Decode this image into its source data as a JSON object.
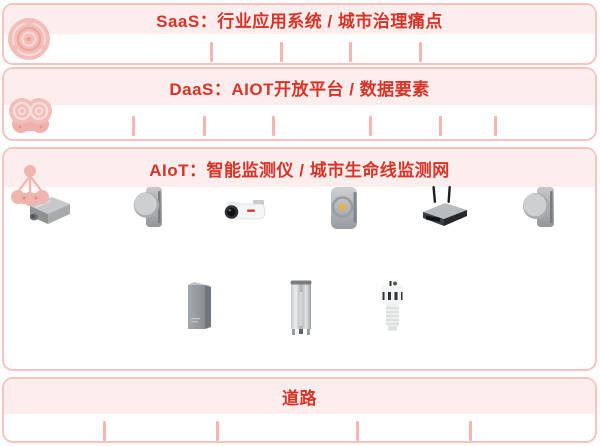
{
  "colors": {
    "background": "#ffffff",
    "box_border_pink": "#f6c3be",
    "title_strip_pink": "#fdeeed",
    "title_red": "#d93327",
    "tick_pink": "#f6b5af",
    "icon_pink": "#f2b4af"
  },
  "sections": [
    {
      "id": "saas",
      "title": "SaaS：行业应用系统 / 城市治理痛点",
      "icon": "fingerprint-icon",
      "ticks": [
        210,
        280,
        349,
        419
      ]
    },
    {
      "id": "daas",
      "title": "DaaS：AIOT开放平台 / 数据要素",
      "icon": "spiral-circles-icon",
      "ticks": [
        132,
        203,
        272,
        369,
        439,
        494
      ]
    },
    {
      "id": "aiot",
      "title": "AIoT：智能监测仪 / 城市生命线监测网",
      "icon": "network-hub-icon",
      "devices_row1": [
        "junction-box-sensor",
        "ultrasonic-disc-sensor",
        "bullet-camera",
        "wall-mounted-detector",
        "router-gateway",
        "ultrasonic-disc-sensor"
      ],
      "devices_row2": [
        "equipment-cabinet",
        "metal-cylinder-gauge",
        "ultrasonic-weather-sensor"
      ],
      "ticks": []
    },
    {
      "id": "road",
      "title": "道路",
      "ticks": [
        103,
        216,
        356,
        469
      ]
    }
  ]
}
